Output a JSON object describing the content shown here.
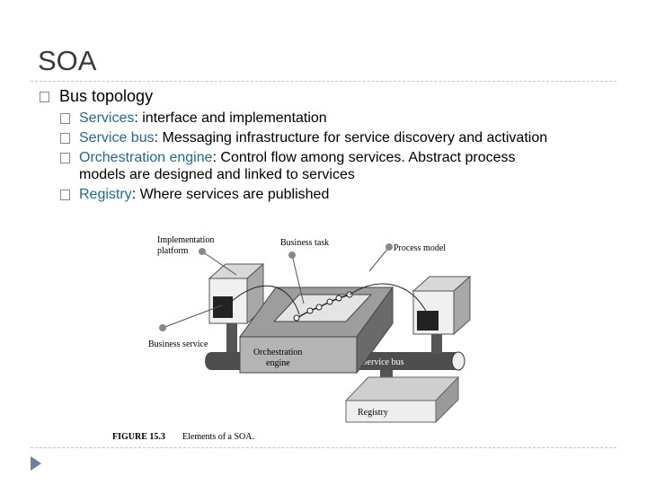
{
  "slide": {
    "title": "SOA",
    "bullet": "Bus topology",
    "items": [
      {
        "term": "Services",
        "rest": ": interface and implementation"
      },
      {
        "term": "Service bus",
        "rest": ": Messaging infrastructure for service discovery and activation"
      },
      {
        "term": "Orchestration engine",
        "rest": ": Control flow among services. Abstract process"
      },
      {
        "cont": "models are designed and linked to services"
      },
      {
        "term": "Registry",
        "rest": ": Where services are published"
      }
    ],
    "accent": "#1c6a9e"
  },
  "figure": {
    "labels": {
      "impl1": "Implementation",
      "impl2": "platform",
      "task": "Business task",
      "process": "Process model",
      "service": "Business service",
      "orch1": "Orchestration",
      "orch2": "engine",
      "bus": "Service bus",
      "registry": "Registry"
    },
    "caption_num": "FIGURE 15.3",
    "caption_text": "Elements of a SOA."
  }
}
